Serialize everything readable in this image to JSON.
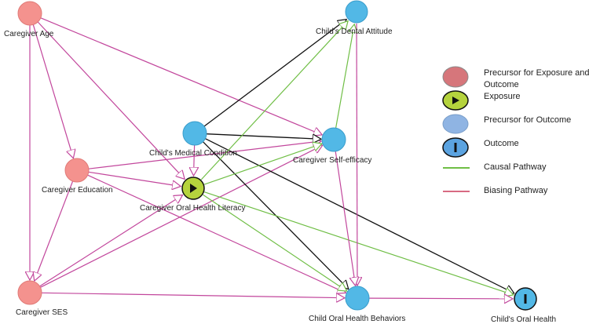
{
  "nodes": {
    "caregiver_age": "Caregiver Age",
    "childs_dental_attitude": "Child's Dental Attitude",
    "childs_medical_condition": "Child's Medical Condition",
    "caregiver_self_efficacy": "Caregiver Self-efficacy",
    "caregiver_education": "Caregiver Education",
    "caregiver_oral_health_literacy": "Caregiver Oral Health Literacy",
    "caregiver_ses": "Caregiver SES",
    "child_oral_health_behaviors": "Child Oral Health Behaviors",
    "childs_oral_health": "Child's Oral Health"
  },
  "legend": {
    "precursor_exposure_outcome": "Precursor for Exposure and Outcome",
    "exposure": "Exposure",
    "precursor_outcome": "Precursor for Outcome",
    "outcome": "Outcome",
    "causal_pathway": "Causal Pathway",
    "biasing_pathway": "Biasing Pathway"
  },
  "colors": {
    "precursor_exposure_outcome": "#f4928e",
    "exposure": "#b5d33d",
    "precursor_outcome": "#52b8e6",
    "outcome": "#52b8e6",
    "causal": "#6fbe45",
    "biasing": "#c2469c",
    "black": "#111111"
  },
  "edges": [
    {
      "from": "caregiver_age",
      "to": "caregiver_education",
      "type": "biasing"
    },
    {
      "from": "caregiver_age",
      "to": "caregiver_ses",
      "type": "biasing"
    },
    {
      "from": "caregiver_age",
      "to": "caregiver_self_efficacy",
      "type": "biasing"
    },
    {
      "from": "caregiver_age",
      "to": "caregiver_oral_health_literacy",
      "type": "biasing"
    },
    {
      "from": "caregiver_education",
      "to": "caregiver_ses",
      "type": "biasing"
    },
    {
      "from": "caregiver_education",
      "to": "caregiver_oral_health_literacy",
      "type": "biasing"
    },
    {
      "from": "caregiver_education",
      "to": "caregiver_self_efficacy",
      "type": "biasing"
    },
    {
      "from": "caregiver_education",
      "to": "child_oral_health_behaviors",
      "type": "biasing"
    },
    {
      "from": "caregiver_ses",
      "to": "caregiver_oral_health_literacy",
      "type": "biasing"
    },
    {
      "from": "caregiver_ses",
      "to": "caregiver_self_efficacy",
      "type": "biasing"
    },
    {
      "from": "caregiver_ses",
      "to": "child_oral_health_behaviors",
      "type": "biasing"
    },
    {
      "from": "childs_medical_condition",
      "to": "caregiver_oral_health_literacy",
      "type": "biasing"
    },
    {
      "from": "childs_medical_condition",
      "to": "childs_dental_attitude",
      "type": "black"
    },
    {
      "from": "childs_medical_condition",
      "to": "caregiver_self_efficacy",
      "type": "black"
    },
    {
      "from": "childs_medical_condition",
      "to": "child_oral_health_behaviors",
      "type": "black"
    },
    {
      "from": "childs_medical_condition",
      "to": "childs_oral_health",
      "type": "black"
    },
    {
      "from": "caregiver_oral_health_literacy",
      "to": "childs_dental_attitude",
      "type": "causal"
    },
    {
      "from": "caregiver_oral_health_literacy",
      "to": "caregiver_self_efficacy",
      "type": "causal"
    },
    {
      "from": "caregiver_oral_health_literacy",
      "to": "child_oral_health_behaviors",
      "type": "causal"
    },
    {
      "from": "caregiver_oral_health_literacy",
      "to": "childs_oral_health",
      "type": "causal"
    },
    {
      "from": "caregiver_self_efficacy",
      "to": "childs_dental_attitude",
      "type": "causal"
    },
    {
      "from": "childs_dental_attitude",
      "to": "child_oral_health_behaviors",
      "type": "biasing"
    },
    {
      "from": "caregiver_self_efficacy",
      "to": "child_oral_health_behaviors",
      "type": "biasing"
    },
    {
      "from": "child_oral_health_behaviors",
      "to": "childs_oral_health",
      "type": "biasing"
    }
  ]
}
